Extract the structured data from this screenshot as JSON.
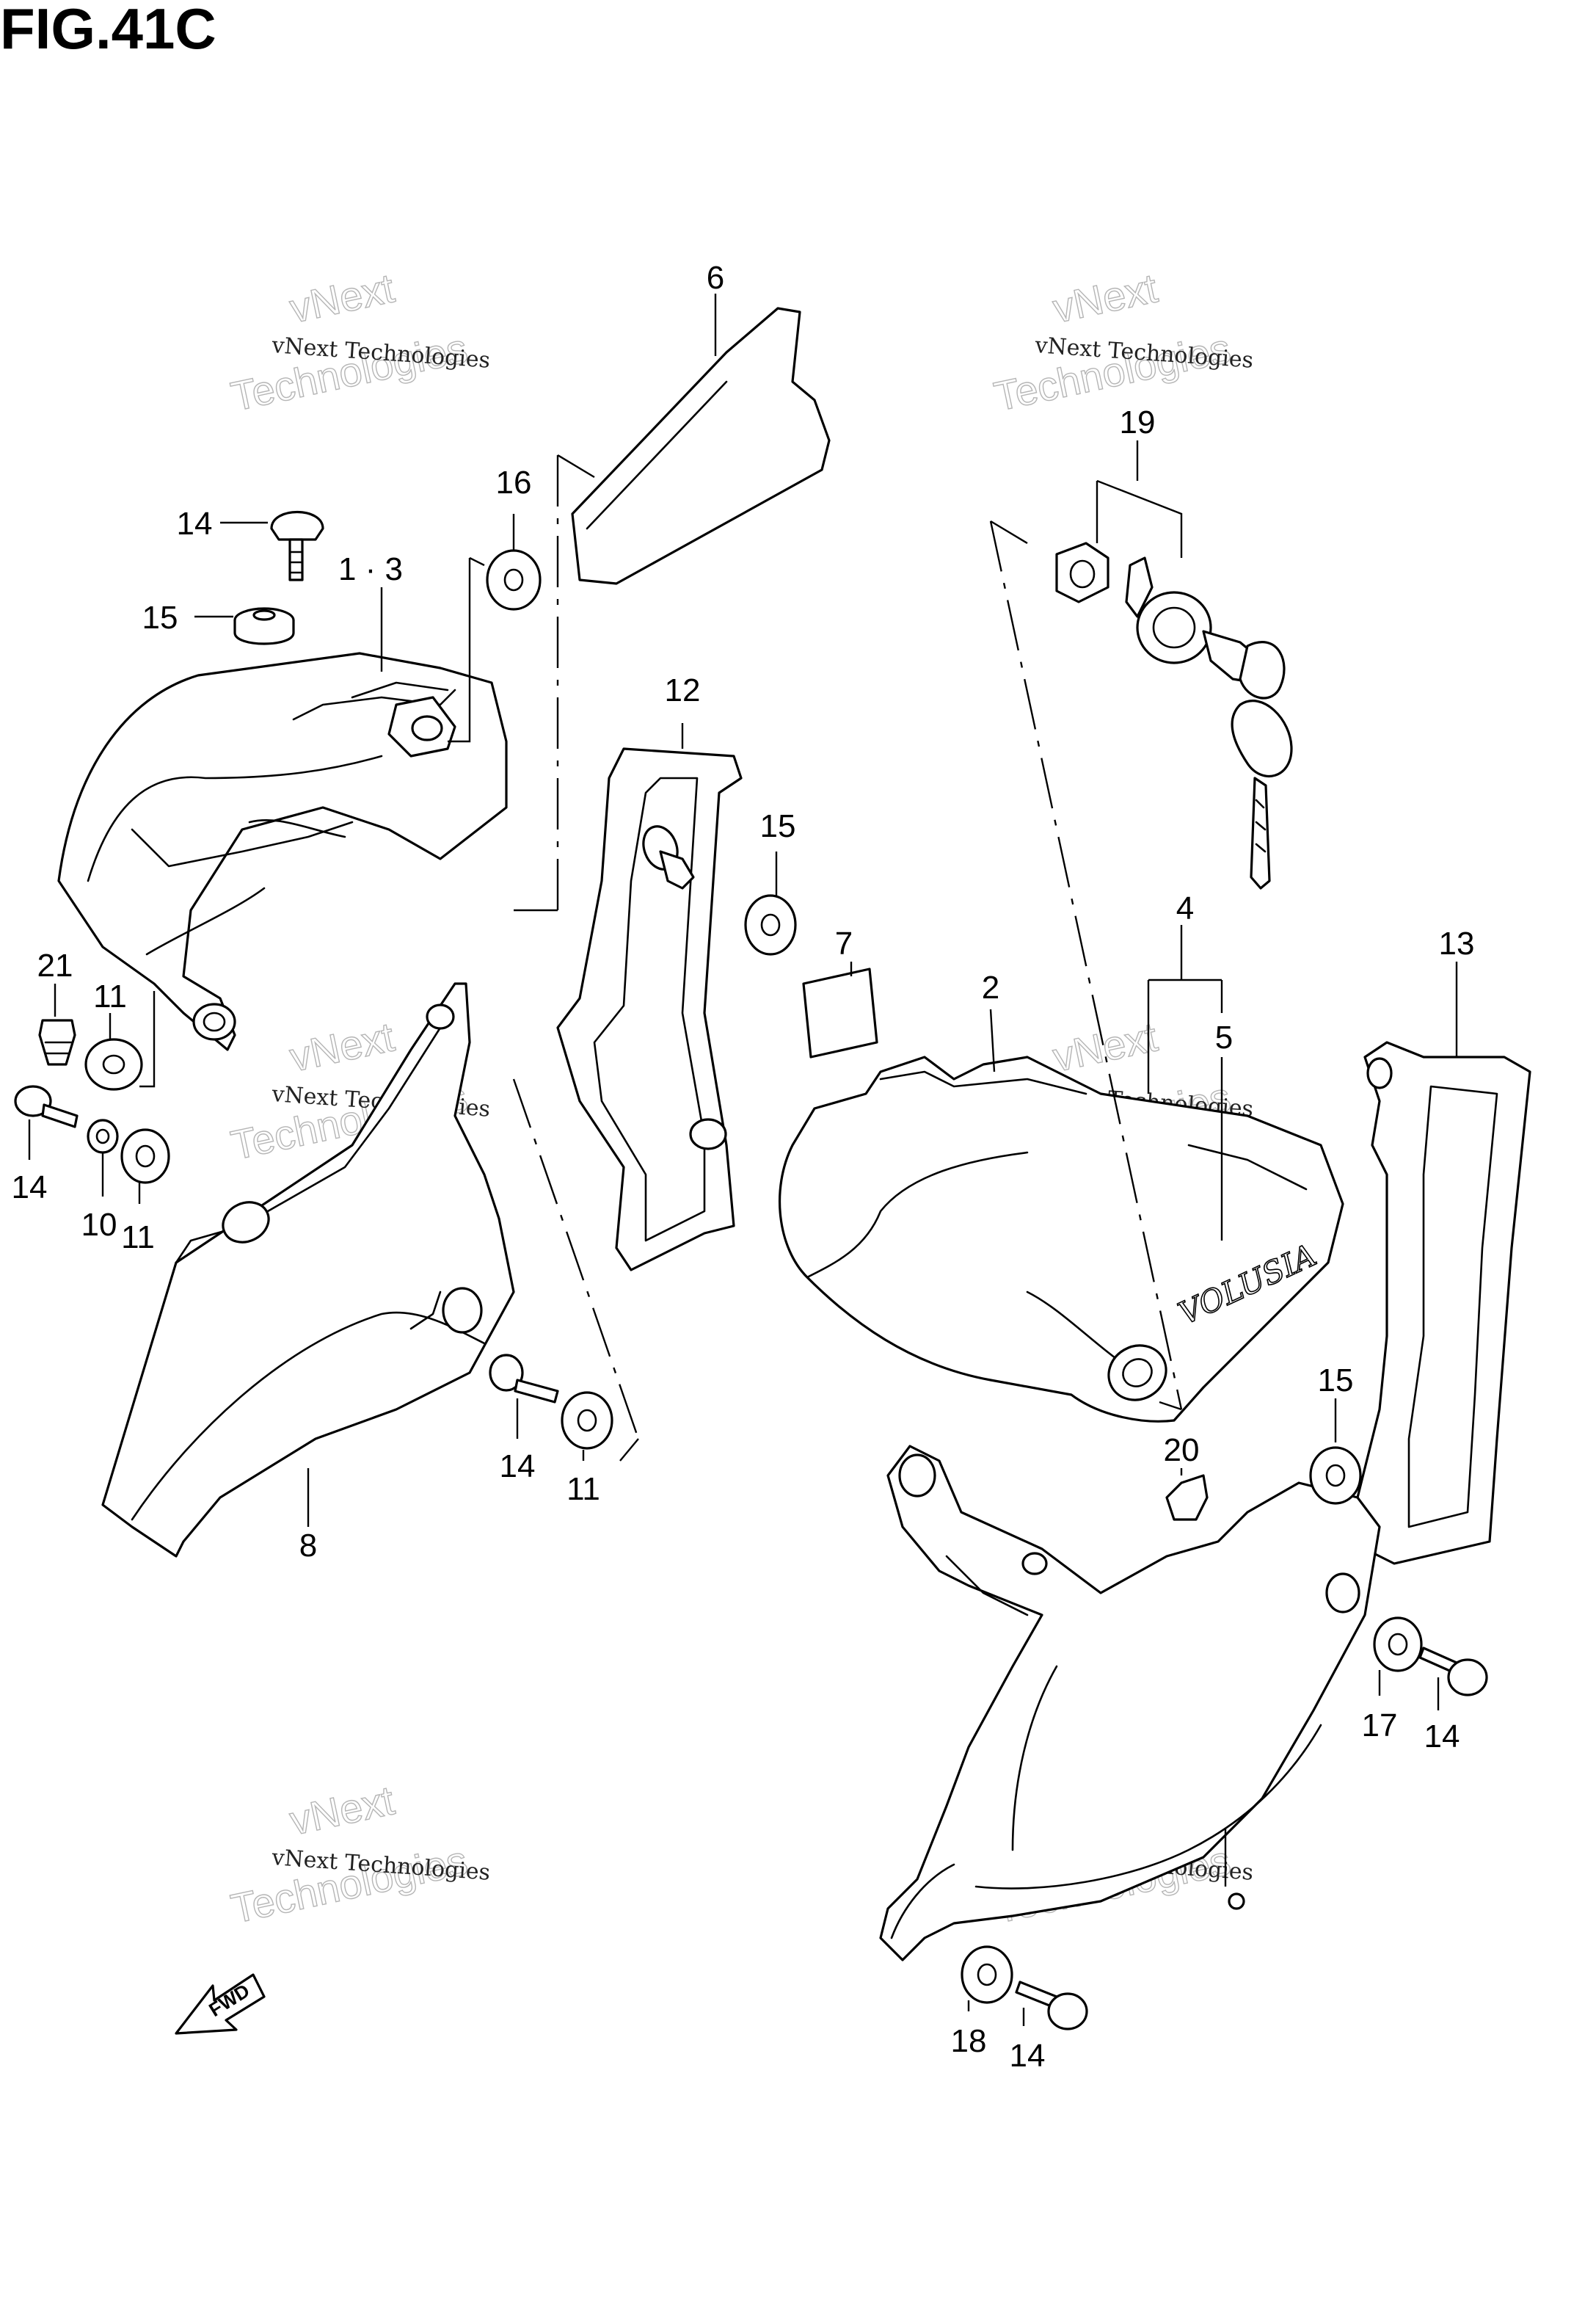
{
  "figure": {
    "title": "FIG.41C"
  },
  "watermark": {
    "line1": "vNext Technologies",
    "line2": "vNext",
    "line3": "Technologies"
  },
  "callouts": {
    "c1_3": "1 · 3",
    "c2": "2",
    "c4": "4",
    "c5": "5",
    "c6": "6",
    "c7": "7",
    "c8": "8",
    "c10": "10",
    "c11a": "11",
    "c11b": "11",
    "c11c": "11",
    "c12": "12",
    "c13": "13",
    "c14a": "14",
    "c14b": "14",
    "c14c": "14",
    "c14d": "14",
    "c14e": "14",
    "c15a": "15",
    "c15b": "15",
    "c15c": "15",
    "c16": "16",
    "c17": "17",
    "c18": "18",
    "c19": "19",
    "c20": "20",
    "c21": "21"
  },
  "emblem": {
    "name": "VOLUSIA"
  },
  "fwd_arrow": {
    "label": "FWD"
  }
}
